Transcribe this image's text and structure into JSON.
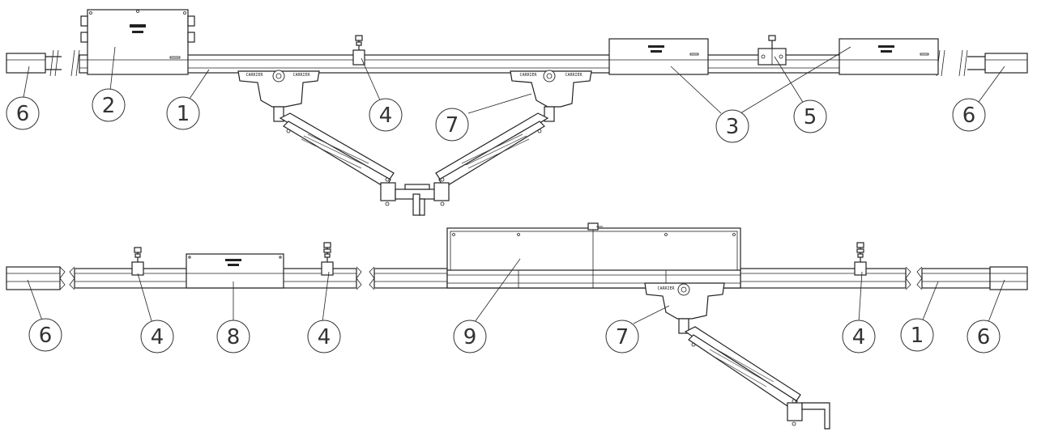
{
  "callouts": {
    "c1a": "1",
    "c2": "2",
    "c4a": "4",
    "c7a": "7",
    "c3": "3",
    "c5": "5",
    "c6a": "6",
    "c6b": "6",
    "c6c": "6",
    "c4b": "4",
    "c8": "8",
    "c4c": "4",
    "c9": "9",
    "c7b": "7",
    "c4d": "4",
    "c1b": "1",
    "c6d": "6"
  },
  "brand_marks": {
    "carrier_top_left": "CARRIER",
    "carrier_top_right": "CARRIER",
    "carrier_bottom": "CARRIER"
  },
  "colors": {
    "line": "#222222",
    "background": "#ffffff"
  }
}
